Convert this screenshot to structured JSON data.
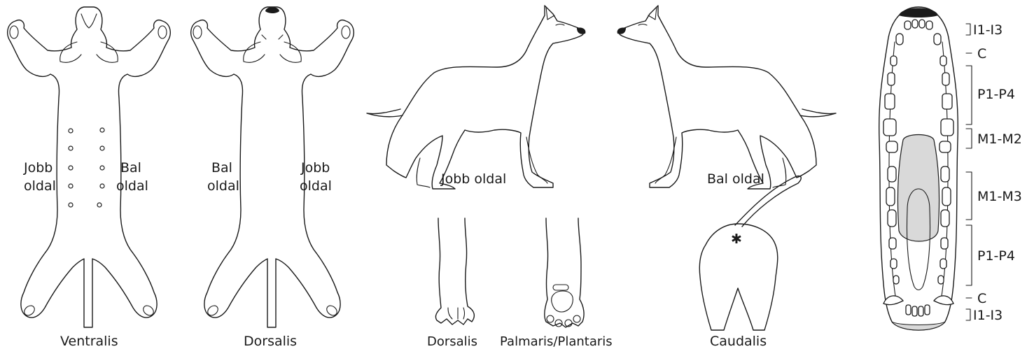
{
  "figures": {
    "ventral": {
      "caption": "Ventralis",
      "left_label": [
        "Jobb",
        "oldal"
      ],
      "right_label": [
        "Bal",
        "oldal"
      ]
    },
    "dorsal": {
      "caption": "Dorsalis",
      "left_label": [
        "Bal",
        "oldal"
      ],
      "right_label": [
        "Jobb",
        "oldal"
      ]
    },
    "dog_right_side": {
      "caption": "Jobb oldal"
    },
    "dog_left_side": {
      "caption": "Bal oldal"
    },
    "paw_dorsal": {
      "caption": "Dorsalis"
    },
    "paw_palmar": {
      "caption": "Palmaris/Plantaris"
    },
    "caudal": {
      "caption": "Caudalis"
    },
    "dental": {
      "labels_top": [
        "I1-I3",
        "C",
        "P1-P4",
        "M1-M2"
      ],
      "labels_bottom": [
        "M1-M3",
        "P1-P4",
        "C",
        "I1-I3"
      ]
    }
  },
  "colors": {
    "outline": "#1a1a1a",
    "palate_fill": "#d9d9d9",
    "nose_fill": "#1a1a1a"
  }
}
